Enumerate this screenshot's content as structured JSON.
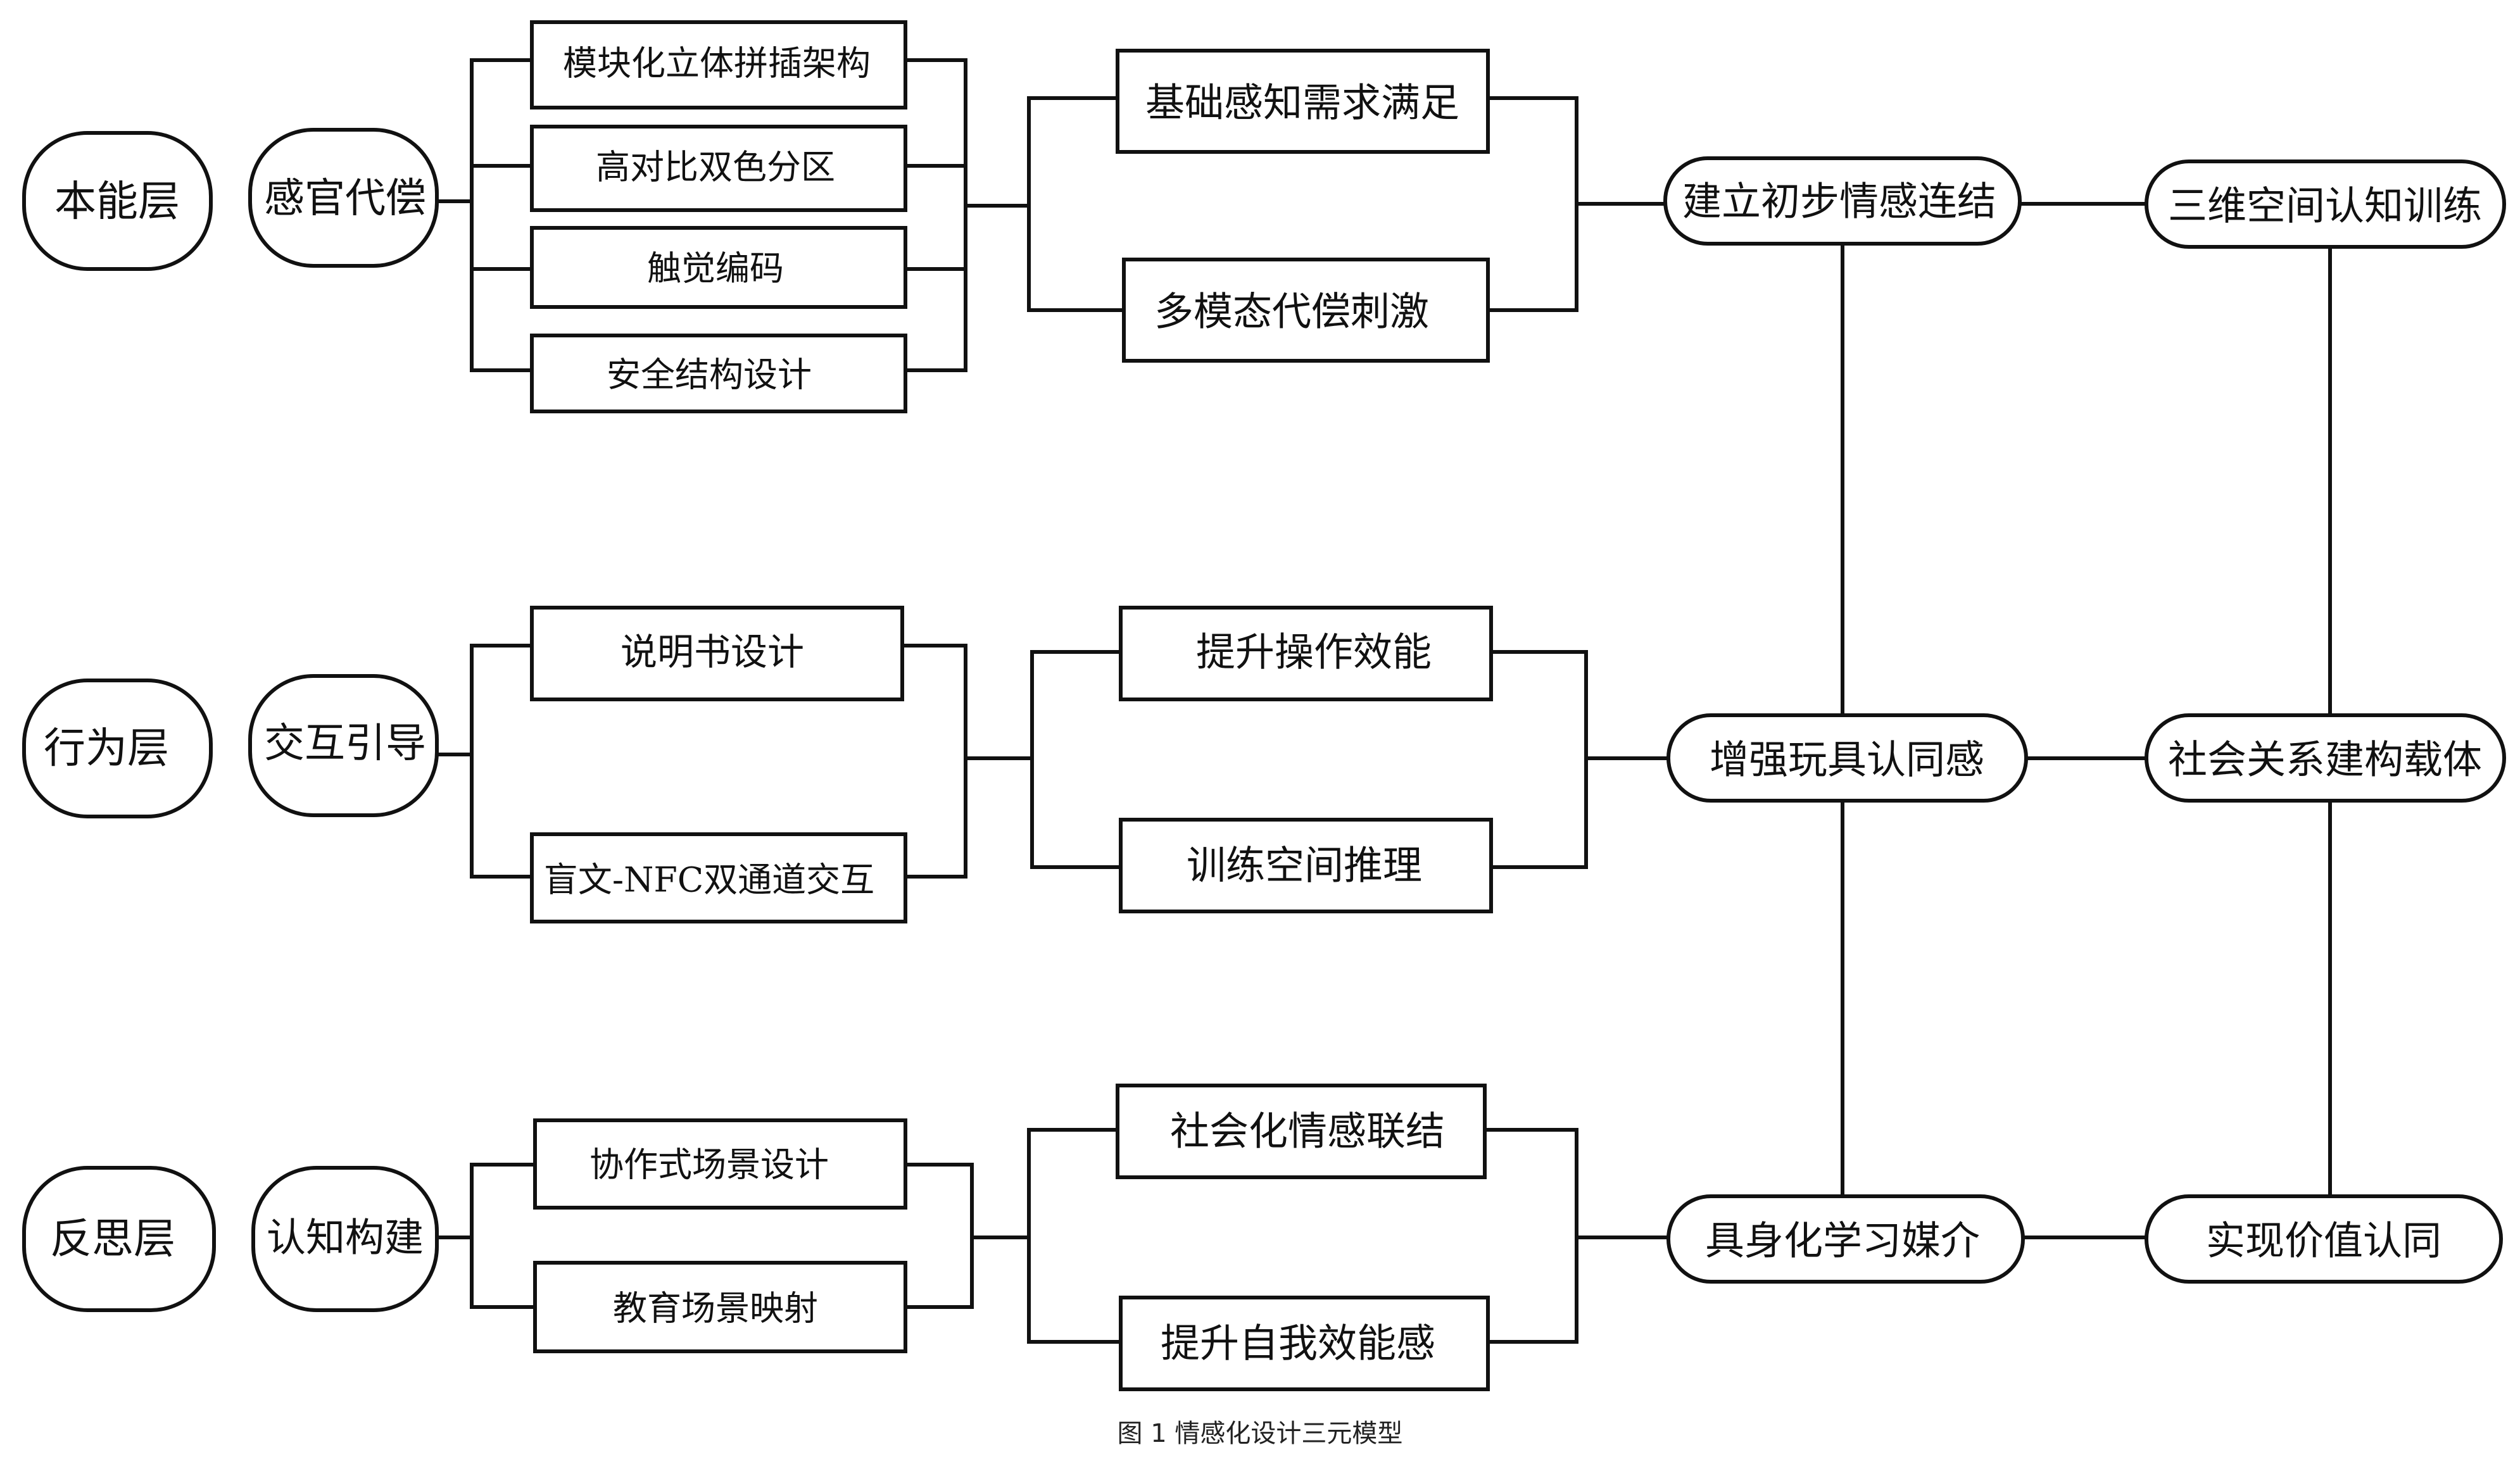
{
  "layers": {
    "instinct": "本能层",
    "behavior": "行为层",
    "reflection": "反思层"
  },
  "strategies": {
    "sensory": "感官代偿",
    "interaction": "交互引导",
    "cognition": "认知构建"
  },
  "methods": {
    "modular": "模块化立体拼插架构",
    "contrast": "高对比双色分区",
    "tactile": "触觉编码",
    "safety": "安全结构设计",
    "manual": "说明书设计",
    "nfc": "盲文-NFC双通道交互",
    "collab": "协作式场景设计",
    "edu": "教育场景映射"
  },
  "effects": {
    "basic": "基础感知需求满足",
    "multimodal": "多模态代偿刺激",
    "efficiency": "提升操作效能",
    "spatial": "训练空间推理",
    "social": "社会化情感联结",
    "selfefficacy": "提升自我效能感"
  },
  "goals": {
    "bond": "建立初步情感连结",
    "identity": "增强玩具认同感",
    "embodied": "具身化学习媒介"
  },
  "values": {
    "space3d": "三维空间认知训练",
    "socialcarrier": "社会关系建构载体",
    "selfvalue": "实现价值认同"
  },
  "caption": "图 1 情感化设计三元模型"
}
